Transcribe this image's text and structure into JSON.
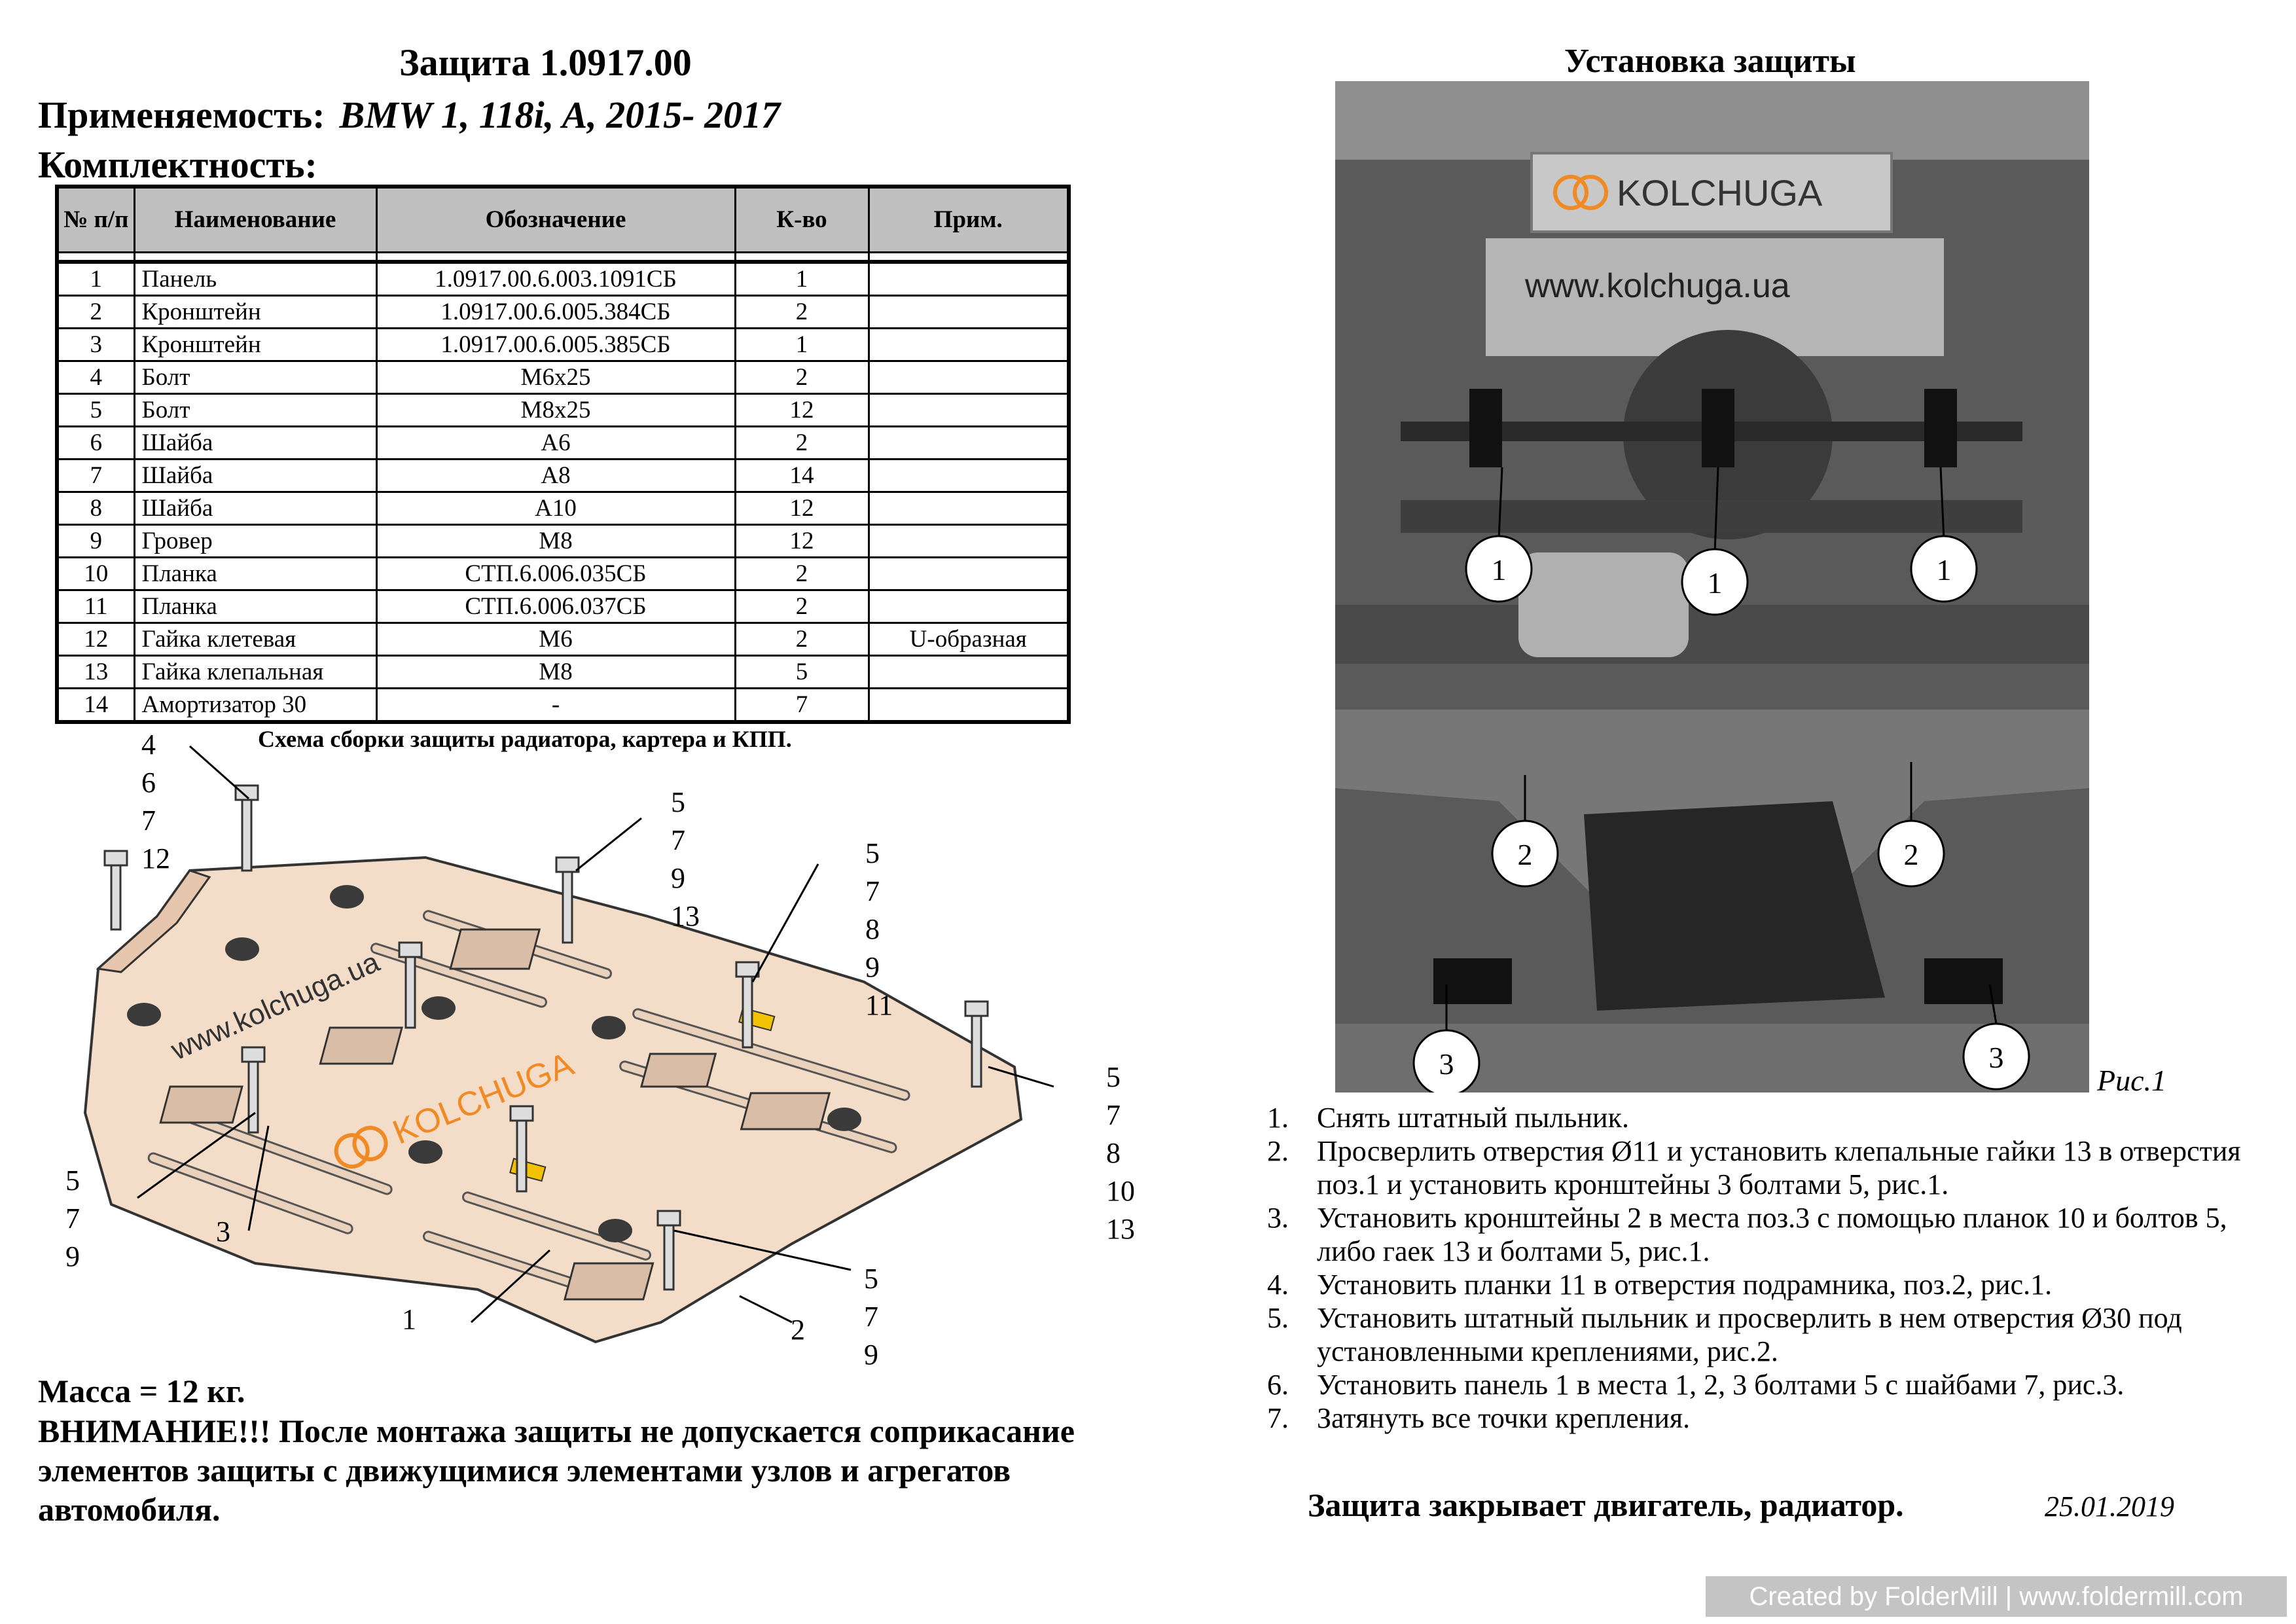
{
  "header": {
    "title": "Защита 1.0917.00",
    "applicability_label": "Применяемость:",
    "applicability_model": "BMW 1, 118i, A, 2015- 2017",
    "kit_label": "Комплектность:"
  },
  "parts_table": {
    "headers": [
      "№ п/п",
      "Наименование",
      "Обозначение",
      "К-во",
      "Прим."
    ],
    "rows": [
      [
        "1",
        "Панель",
        "1.0917.00.6.003.1091СБ",
        "1",
        ""
      ],
      [
        "2",
        "Кронштейн",
        "1.0917.00.6.005.384СБ",
        "2",
        ""
      ],
      [
        "3",
        "Кронштейн",
        "1.0917.00.6.005.385СБ",
        "1",
        ""
      ],
      [
        "4",
        "Болт",
        "М6х25",
        "2",
        ""
      ],
      [
        "5",
        "Болт",
        "М8х25",
        "12",
        ""
      ],
      [
        "6",
        "Шайба",
        "А6",
        "2",
        ""
      ],
      [
        "7",
        "Шайба",
        "А8",
        "14",
        ""
      ],
      [
        "8",
        "Шайба",
        "А10",
        "12",
        ""
      ],
      [
        "9",
        "Гровер",
        "М8",
        "12",
        ""
      ],
      [
        "10",
        "Планка",
        "СТП.6.006.035СБ",
        "2",
        ""
      ],
      [
        "11",
        "Планка",
        "СТП.6.006.037СБ",
        "2",
        ""
      ],
      [
        "12",
        "Гайка клетевая",
        "М6",
        "2",
        "U-образная"
      ],
      [
        "13",
        "Гайка клепальная",
        "М8",
        "5",
        ""
      ],
      [
        "14",
        "Амортизатор 30",
        "-",
        "7",
        ""
      ]
    ]
  },
  "scheme_caption": "Схема сборки защиты радиатора, картера и КПП.",
  "diagram": {
    "brand_url": "www.kolchuga.ua",
    "brand_name": "KOLCHUGA",
    "callouts": {
      "top_left": [
        "4",
        "6",
        "7",
        "12"
      ],
      "top_mid": [
        "5",
        "7",
        "9",
        "13"
      ],
      "top_right": [
        "5",
        "7",
        "8",
        "9",
        "11"
      ],
      "right": [
        "5",
        "7",
        "8",
        "10",
        "13"
      ],
      "left": [
        "5",
        "7",
        "9"
      ],
      "label_3": "3",
      "label_1": "1",
      "label_2": "2",
      "bottom_mid": [
        "5",
        "7",
        "9"
      ]
    }
  },
  "mass": "Масса = 12 кг.",
  "warning": "ВНИМАНИЕ!!!  После монтажа защиты не допускается соприкасание элементов защиты с движущимися элементами узлов и агрегатов автомобиля.",
  "install": {
    "title": "Установка защиты",
    "photo_brand": "KOLCHUGA",
    "photo_url": "www.kolchuga.ua",
    "markers": [
      "1",
      "1",
      "1",
      "2",
      "2",
      "3",
      "3"
    ],
    "fig_label": "Рис.1"
  },
  "steps": [
    {
      "num": "1.",
      "text": "Снять штатный пыльник."
    },
    {
      "num": "2.",
      "text": "Просверлить отверстия Ø11 и установить клепальные гайки 13 в отверстия поз.1 и установить кронштейны 3 болтами 5, рис.1."
    },
    {
      "num": "3.",
      "text": "Установить кронштейны 2 в места поз.3 с помощью планок 10 и болтов 5, либо гаек 13 и болтами 5, рис.1."
    },
    {
      "num": "4.",
      "text": "Установить планки 11 в отверстия подрамника, поз.2, рис.1."
    },
    {
      "num": "5.",
      "text": "Установить штатный пыльник и просверлить в нем отверстия Ø30 под установленными креплениями, рис.2."
    },
    {
      "num": "6.",
      "text": "Установить панель 1 в места 1, 2, 3 болтами 5 с шайбами 7, рис.3."
    },
    {
      "num": "7.",
      "text": "Затянуть все точки крепления."
    }
  ],
  "conclusion": "Защита закрывает двигатель, радиатор.",
  "date": "25.01.2019",
  "watermark": "Created by FolderMill | www.foldermill.com",
  "colors": {
    "panel_fill": "#f3dcc8",
    "panel_stroke": "#333333",
    "bracket_yellow": "#f2c200",
    "logo_orange": "#f08a24",
    "table_header_bg": "#c0c0c0",
    "watermark_bg": "#c4c4c4"
  }
}
